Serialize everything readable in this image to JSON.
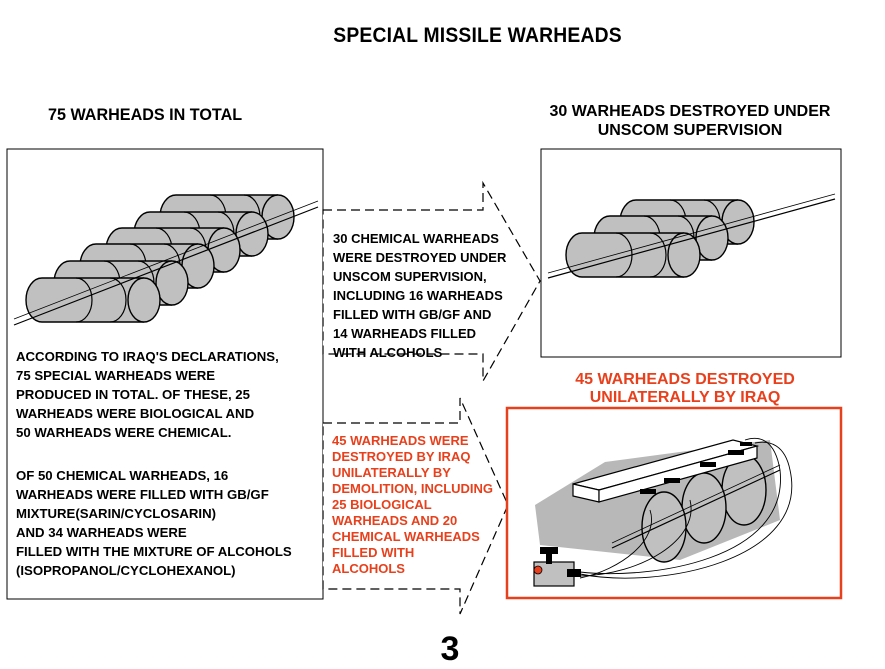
{
  "title": "SPECIAL MISSILE WARHEADS",
  "left": {
    "heading": "75 WARHEADS IN TOTAL",
    "para1": [
      "ACCORDING TO IRAQ'S DECLARATIONS,",
      "75 SPECIAL WARHEADS WERE",
      "PRODUCED IN TOTAL.  OF THESE, 25",
      "WARHEADS WERE BIOLOGICAL AND",
      "50 WARHEADS WERE CHEMICAL."
    ],
    "para2": [
      "OF 50 CHEMICAL WARHEADS, 16",
      "WARHEADS WERE FILLED WITH GB/GF",
      "MIXTURE(SARIN/CYCLOSARIN)",
      "AND 34 WARHEADS WERE",
      "FILLED WITH THE MIXTURE OF ALCOHOLS",
      "(ISOPROPANOL/CYCLOHEXANOL)"
    ]
  },
  "arrow_top": {
    "lines": [
      "30 CHEMICAL WARHEADS",
      "WERE DESTROYED UNDER",
      "UNSCOM SUPERVISION,",
      "INCLUDING 16 WARHEADS",
      "FILLED WITH GB/GF AND",
      "14  WARHEADS FILLED",
      "WITH ALCOHOLS"
    ]
  },
  "arrow_bottom": {
    "lines": [
      "45 WARHEADS WERE",
      "DESTROYED BY IRAQ",
      "UNILATERALLY BY",
      "DEMOLITION, INCLUDING",
      "25 BIOLOGICAL",
      "WARHEADS AND 20",
      "CHEMICAL WARHEADS",
      "FILLED WITH",
      "ALCOHOLS"
    ]
  },
  "right_top": {
    "heading_lines": [
      "30 WARHEADS DESTROYED UNDER",
      "UNSCOM SUPERVISION"
    ]
  },
  "right_bottom": {
    "heading_lines": [
      "45 WARHEADS DESTROYED",
      "UNILATERALLY BY IRAQ"
    ]
  },
  "page_number": "3",
  "colors": {
    "accent_red": "#e8401c",
    "cylinder_gray": "#c0c0c0",
    "shadow_gray": "#b8b8b8"
  }
}
